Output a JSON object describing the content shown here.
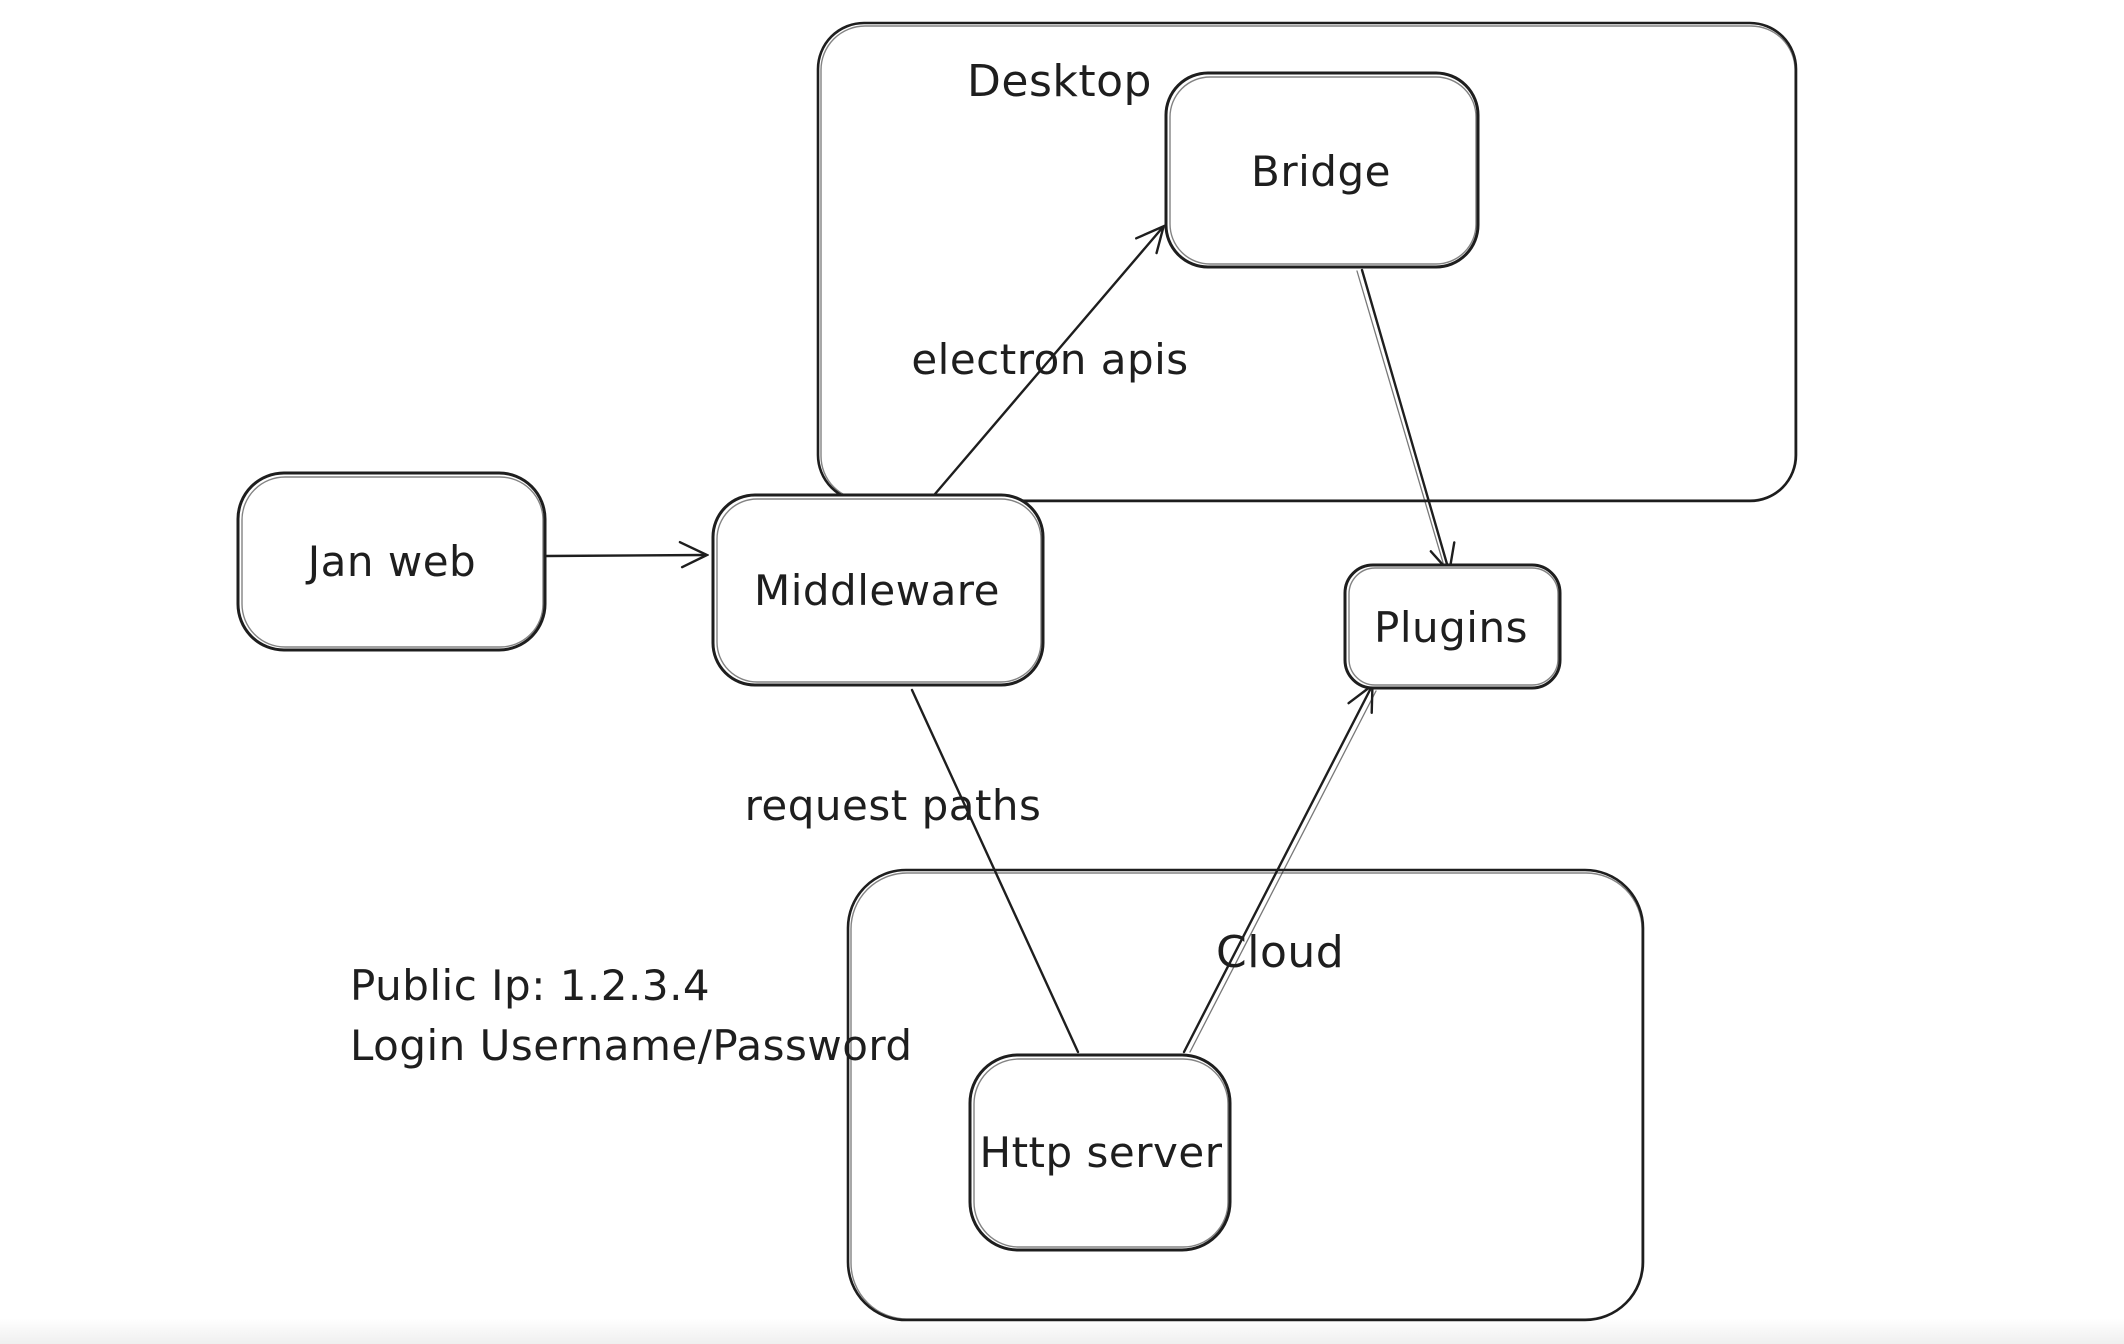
{
  "canvas": {
    "background": "#ffffff",
    "stroke_color": "#1e1e1e"
  },
  "diagram": {
    "containers": [
      {
        "id": "desktop",
        "label": "Desktop"
      },
      {
        "id": "cloud",
        "label": "Cloud"
      }
    ],
    "nodes": [
      {
        "id": "jan-web",
        "label": "Jan web",
        "container": null
      },
      {
        "id": "middleware",
        "label": "Middleware",
        "container": null
      },
      {
        "id": "bridge",
        "label": "Bridge",
        "container": "Desktop"
      },
      {
        "id": "plugins",
        "label": "Plugins",
        "container": null
      },
      {
        "id": "http-server",
        "label": "Http server",
        "container": "Cloud"
      }
    ],
    "edges": [
      {
        "from": "Jan web",
        "to": "Middleware",
        "label": "",
        "arrow": "to"
      },
      {
        "from": "Middleware",
        "to": "Bridge",
        "label": "electron apis",
        "arrow": "to"
      },
      {
        "from": "Bridge",
        "to": "Plugins",
        "label": "",
        "arrow": "to"
      },
      {
        "from": "Middleware",
        "to": "Http server",
        "label": "request paths",
        "arrow": "none"
      },
      {
        "from": "Http server",
        "to": "Plugins",
        "label": "",
        "arrow": "to"
      }
    ],
    "annotations": [
      {
        "id": "public-ip",
        "text": "Public Ip: 1.2.3.4"
      },
      {
        "id": "login",
        "text": "Login Username/Password"
      }
    ]
  }
}
